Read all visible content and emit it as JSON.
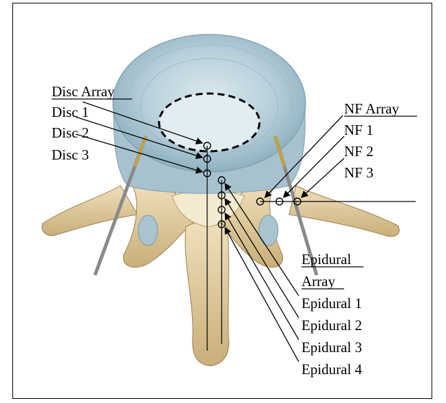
{
  "labels": {
    "disc_array": "Disc Array",
    "disc_1": "Disc 1",
    "disc_2": "Disc 2",
    "disc_3": "Disc 3",
    "nf_array": "NF Array",
    "nf_1": "NF 1",
    "nf_2": "NF 2",
    "nf_3": "NF 3",
    "epidural_array_line1": "Epidural",
    "epidural_array_line2": "Array",
    "epidural_1": "Epidural 1",
    "epidural_2": "Epidural 2",
    "epidural_3": "Epidural 3",
    "epidural_4": "Epidural 4"
  },
  "colors": {
    "disc": "#bcd3dd",
    "disc_ring": "#8fb0c0",
    "bone": "#e3cfa3",
    "bone_shadow": "#b79a66",
    "needle": "#9a9a9a",
    "needle_tip": "#c9a23a",
    "line": "#000000"
  }
}
